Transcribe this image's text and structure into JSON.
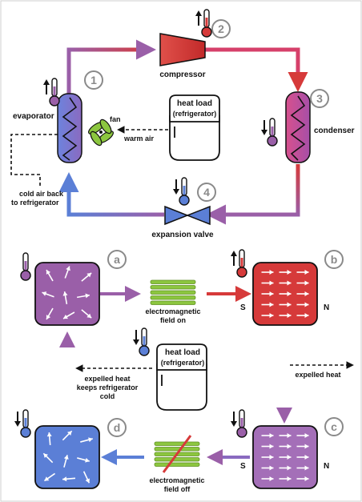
{
  "colors": {
    "purple": "#9a5fa8",
    "red": "#d63a3a",
    "blue": "#5b7fd6",
    "pink": "#d84a86",
    "green": "#8cc63f",
    "grey_circle": "#8a8a8a"
  },
  "vapor_cycle": {
    "steps": [
      {
        "num": "1",
        "label": "evaporator"
      },
      {
        "num": "2",
        "label": "compressor"
      },
      {
        "num": "3",
        "label": "condenser"
      },
      {
        "num": "4",
        "label": "expansion valve"
      }
    ],
    "fan_label": "fan",
    "heat_load_line1": "heat load",
    "heat_load_line2": "(refrigerator)",
    "warm_air": "warm air",
    "cold_air_line1": "cold air back",
    "cold_air_line2": "to refrigerator"
  },
  "magnetic_cycle": {
    "stages": [
      {
        "letter": "a"
      },
      {
        "letter": "b"
      },
      {
        "letter": "c"
      },
      {
        "letter": "d"
      }
    ],
    "field_on_line1": "electromagnetic",
    "field_on_line2": "field on",
    "field_off_line1": "electromagnetic",
    "field_off_line2": "field off",
    "heat_load_line1": "heat load",
    "heat_load_line2": "(refrigerator)",
    "expelled_left_line1": "expelled heat",
    "expelled_left_line2": "keeps refrigerator",
    "expelled_left_line3": "cold",
    "expelled_right": "expelled heat",
    "pole_s": "S",
    "pole_n": "N"
  },
  "icons": [
    "thermometer-icon",
    "up-arrow-icon",
    "down-arrow-icon",
    "fan-icon",
    "refrigerator-icon",
    "coil-icon",
    "valve-icon"
  ]
}
